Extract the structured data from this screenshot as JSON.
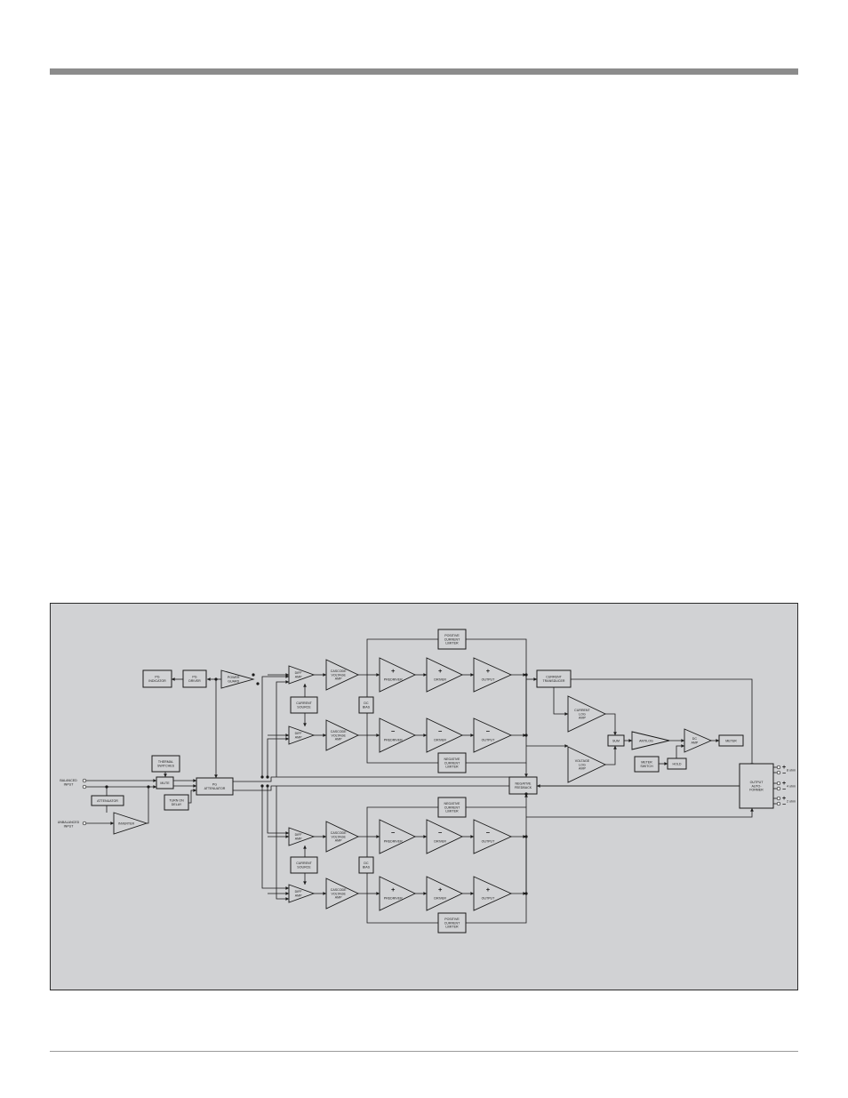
{
  "blocks": {
    "pg_indicator": [
      "PG",
      "INDICATOR"
    ],
    "pg_driver": [
      "PG",
      "DRIVER"
    ],
    "power_guard": [
      "POWER",
      "GUARD"
    ],
    "thermal_switches": [
      "THERMAL",
      "SWITCHES"
    ],
    "mute": [
      "MUTE"
    ],
    "attenuator": [
      "ATTENUATOR"
    ],
    "inverter": [
      "INVERTER"
    ],
    "turn_on_delay": [
      "TURN ON",
      "DELAY"
    ],
    "pg_attenuator": [
      "PG",
      "ATTENUATOR"
    ],
    "diff_amp": [
      "DIFF",
      "AMP"
    ],
    "current_source": [
      "CURRENT",
      "SOURCE"
    ],
    "cascode_voltage_amp": [
      "CASCODE",
      "VOLTAGE",
      "AMP"
    ],
    "dc_bias": [
      "DC",
      "BIAS"
    ],
    "predriver": [
      "PREDRIVER"
    ],
    "driver": [
      "DRIVER"
    ],
    "output": [
      "OUTPUT"
    ],
    "positive_current_limiter": [
      "POSITIVE",
      "CURRENT",
      "LIMITER"
    ],
    "negative_current_limiter": [
      "NEGATIVE",
      "CURRENT",
      "LIMITER"
    ],
    "negative_feedback": [
      "NEGATIVE",
      "FEEDBACK"
    ],
    "current_transducer": [
      "CURRENT",
      "TRANSDUCER"
    ],
    "current_log_amp": [
      "CURRENT",
      "LOG",
      "AMP"
    ],
    "voltage_log_amp": [
      "VOLTAGE",
      "LOG",
      "AMP"
    ],
    "sum": [
      "SUM"
    ],
    "antilog": [
      "ANTILOG"
    ],
    "meter_switch": [
      "METER",
      "SWITCH"
    ],
    "hold": [
      "HOLD"
    ],
    "dc_amp": [
      "DC",
      "AMP"
    ],
    "meter": [
      "METER"
    ],
    "output_autoformer": [
      "OUTPUT",
      "AUTO-",
      "FORMER"
    ]
  },
  "inputs": {
    "balanced": [
      "BALANCED",
      "INPUT"
    ],
    "unbalanced": [
      "UNBALANCED",
      "INPUT"
    ]
  },
  "outputs": [
    "8 ohm",
    "4 ohm",
    "2 ohm"
  ],
  "signs": {
    "plus": "+",
    "minus": "−"
  },
  "colors": {
    "panel": "#d1d2d4",
    "block_fill": "#d1d2d4",
    "line": "#1a1a1a",
    "top_rule": "#8c8c8c"
  }
}
